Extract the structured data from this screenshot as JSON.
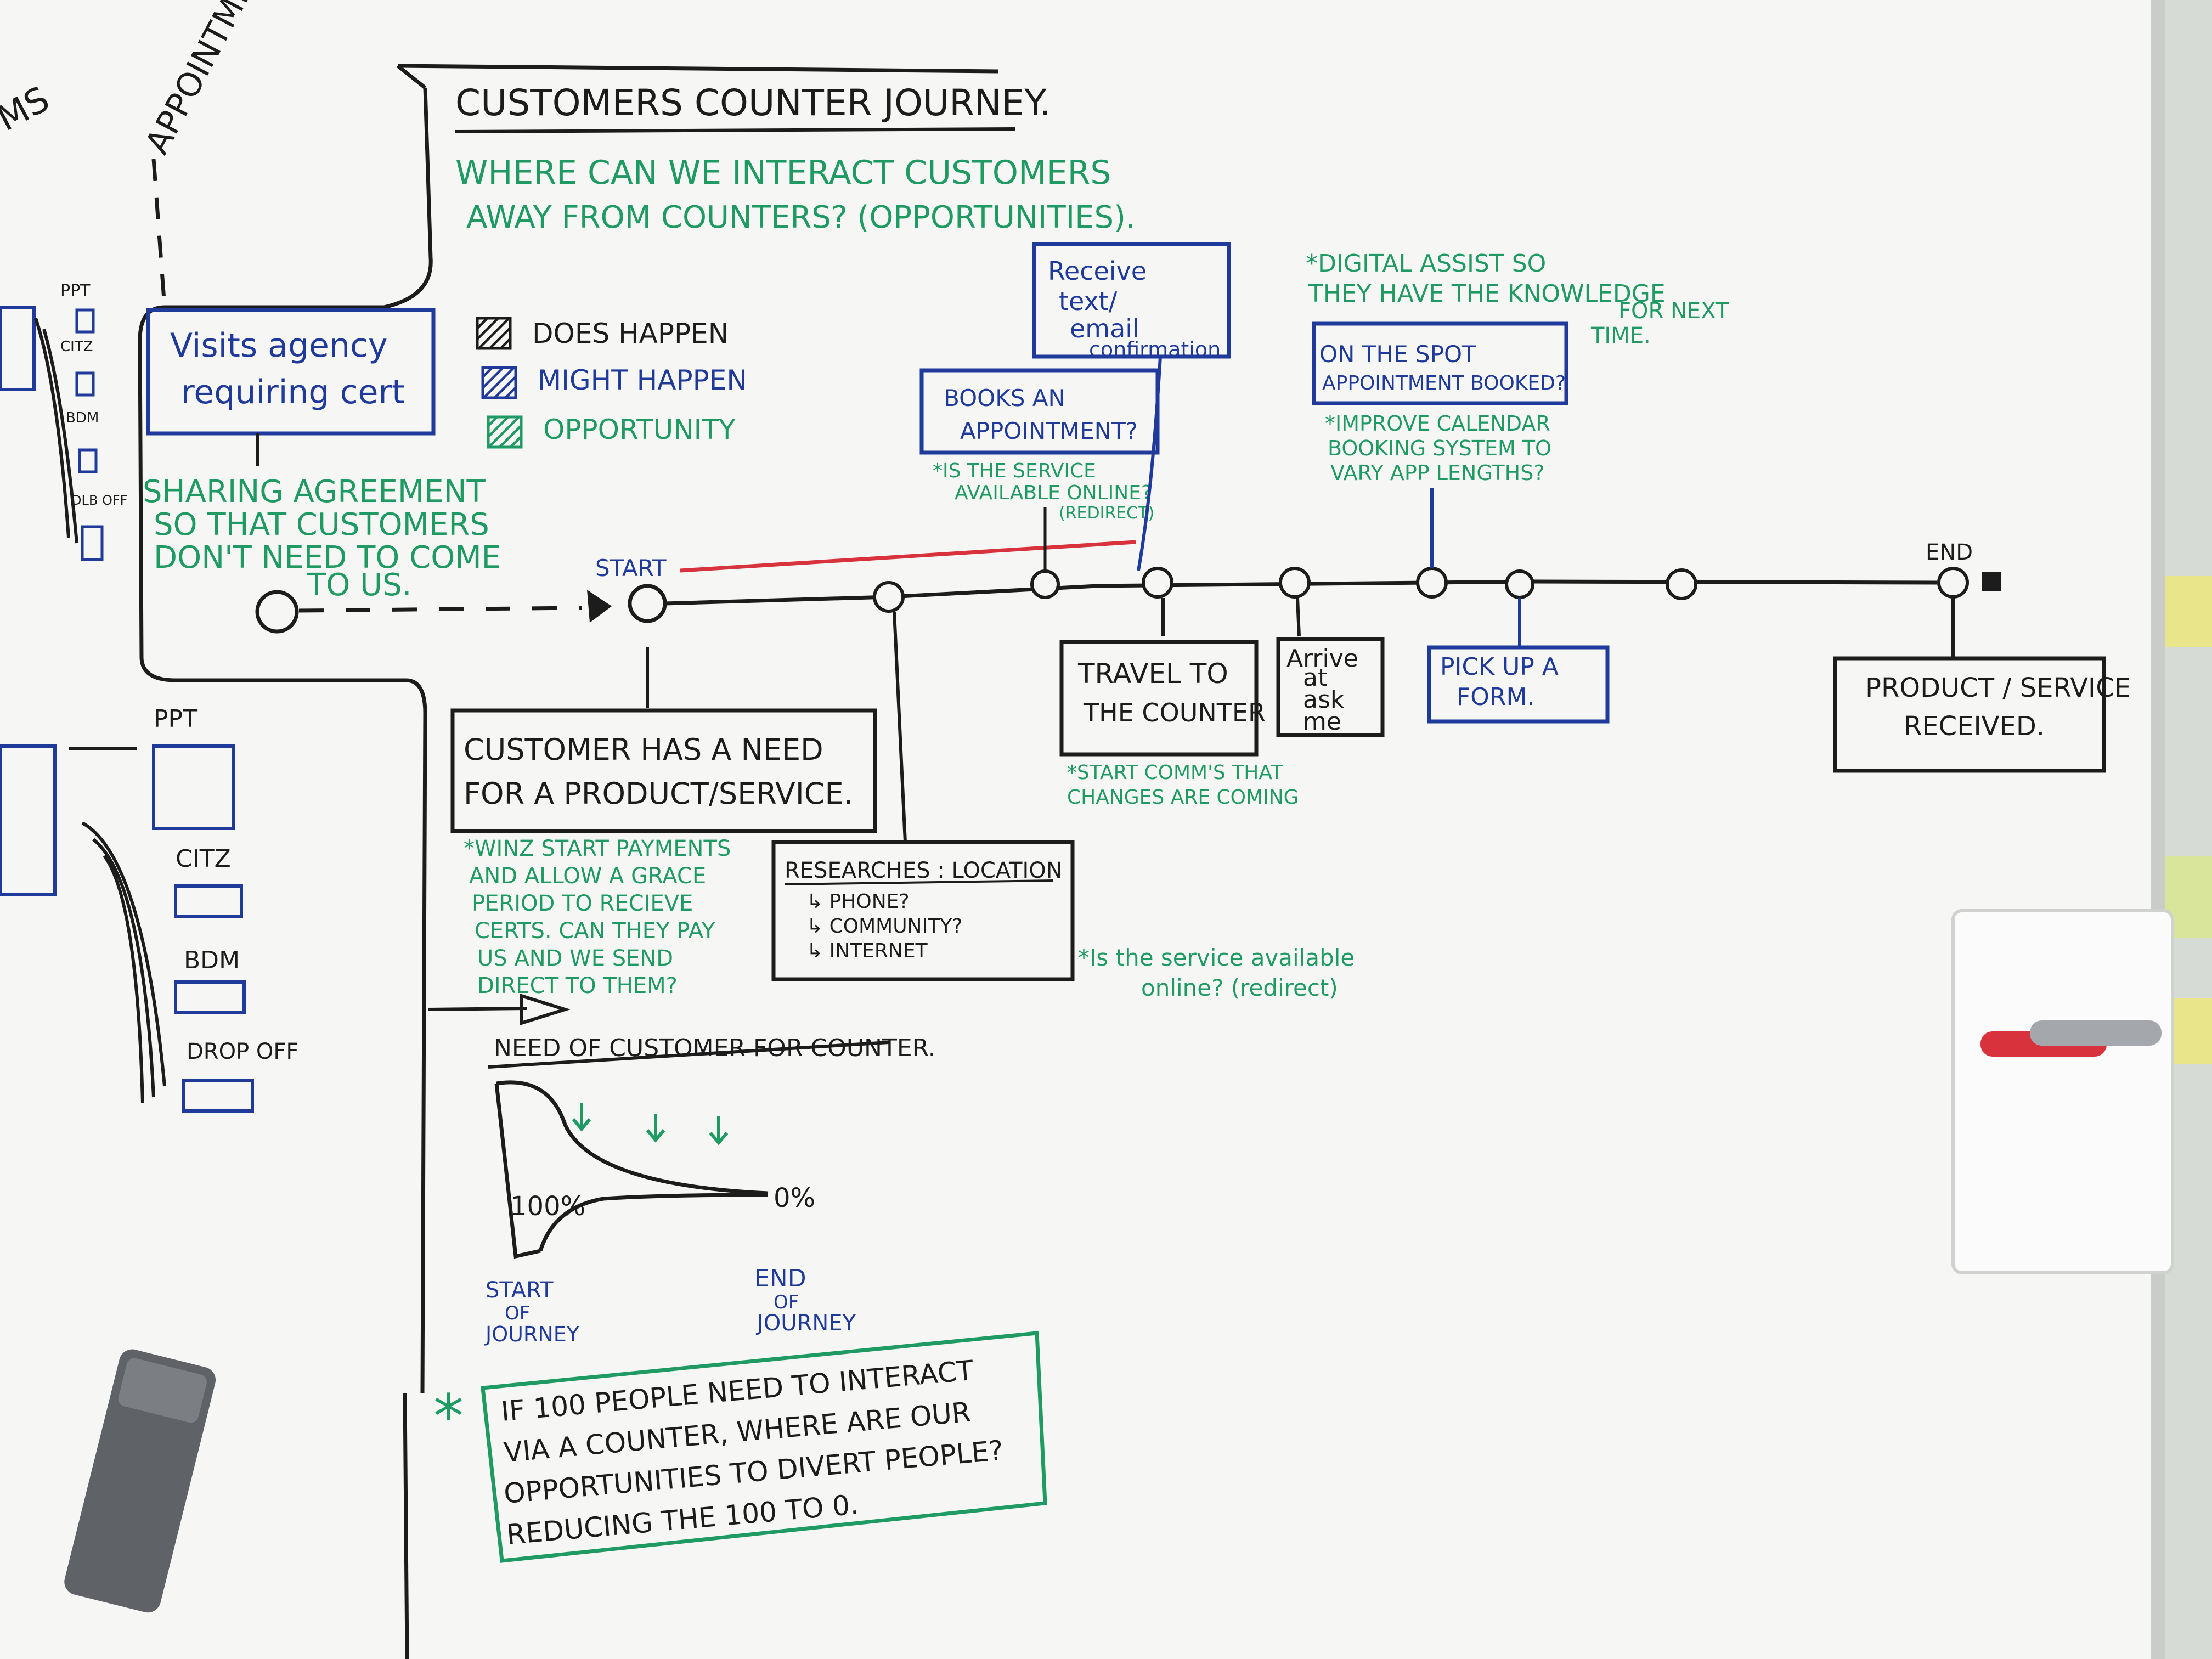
{
  "colors": {
    "black_marker": "#1c1c1c",
    "blue_marker": "#1f3a9a",
    "green_marker": "#1e9a62",
    "red_marker": "#d8323c",
    "board": "#f6f7f5"
  },
  "left_edge": {
    "word_top_left": "MS",
    "appointment": "APPOINTMENT",
    "top_channels": [
      "PPT",
      "CITZ",
      "BDM",
      "DLB OFF"
    ],
    "lower_channels": [
      "PPT",
      "CITZ",
      "BDM",
      "DROP OFF"
    ]
  },
  "header": {
    "title": "CUSTOMERS COUNTER JOURNEY.",
    "question": [
      "WHERE CAN WE INTERACT CUSTOMERS",
      "AWAY FROM COUNTERS? (OPPORTUNITIES)."
    ]
  },
  "legend": {
    "does_happen": "DOES HAPPEN",
    "might_happen": "MIGHT HAPPEN",
    "opportunity": "OPPORTUNITY"
  },
  "journey": {
    "start_label": "START",
    "end_label": "END",
    "visits_agency": [
      "Visits agency",
      "requiring cert"
    ],
    "sharing_agreement": [
      "SHARING AGREEMENT",
      "SO THAT CUSTOMERS",
      "DON'T NEED TO COME",
      "TO US."
    ],
    "customer_need": [
      "CUSTOMER HAS A NEED",
      "FOR A PRODUCT/SERVICE."
    ],
    "winz_note": [
      "*WINZ START PAYMENTS",
      "AND ALLOW A GRACE",
      "PERIOD TO RECIEVE",
      "CERTS. CAN THEY PAY",
      "US AND WE SEND",
      "DIRECT TO THEM?"
    ],
    "researches": {
      "title": "RESEARCHES : LOCATION",
      "items": [
        "↳ PHONE?",
        "↳ COMMUNITY?",
        "↳ INTERNET"
      ]
    },
    "service_online_note": [
      "*Is the service available",
      "online? (redirect)"
    ],
    "books_appointment": [
      "BOOKS AN",
      "APPOINTMENT?"
    ],
    "books_note": [
      "*IS THE SERVICE",
      "AVAILABLE ONLINE?",
      "(REDIRECT)"
    ],
    "receive_confirmation": [
      "Receive",
      "text/",
      "email",
      "confirmation"
    ],
    "travel": [
      "TRAVEL TO",
      "THE COUNTER"
    ],
    "travel_note": [
      "*START COMM'S THAT",
      "CHANGES ARE COMING"
    ],
    "arrive": [
      "Arrive",
      "at",
      "ask",
      "me"
    ],
    "pick_up": [
      "PICK UP A",
      "FORM."
    ],
    "digital_assist": [
      "*DIGITAL ASSIST SO",
      "THEY HAVE THE KNOWLEDGE",
      "FOR NEXT",
      "TIME."
    ],
    "on_the_spot": [
      "ON THE SPOT",
      "APPOINTMENT BOOKED?"
    ],
    "calendar_note": [
      "*IMPROVE CALENDAR",
      "BOOKING SYSTEM TO",
      "VARY APP LENGTHS?"
    ],
    "product_received": [
      "PRODUCT / SERVICE",
      "RECEIVED."
    ]
  },
  "need_graph": {
    "title": "NEED OF CUSTOMER FOR COUNTER.",
    "start_pct": "100%",
    "end_pct": "0%",
    "start_label": [
      "START",
      "OF",
      "JOURNEY"
    ],
    "end_label": [
      "END",
      "OF",
      "JOURNEY"
    ]
  },
  "bottom_note": {
    "star": "*",
    "lines": [
      "IF 100 PEOPLE NEED TO INTERACT",
      "VIA A COUNTER, WHERE ARE OUR",
      "OPPORTUNITIES TO DIVERT PEOPLE?",
      "REDUCING THE 100 TO 0."
    ]
  }
}
